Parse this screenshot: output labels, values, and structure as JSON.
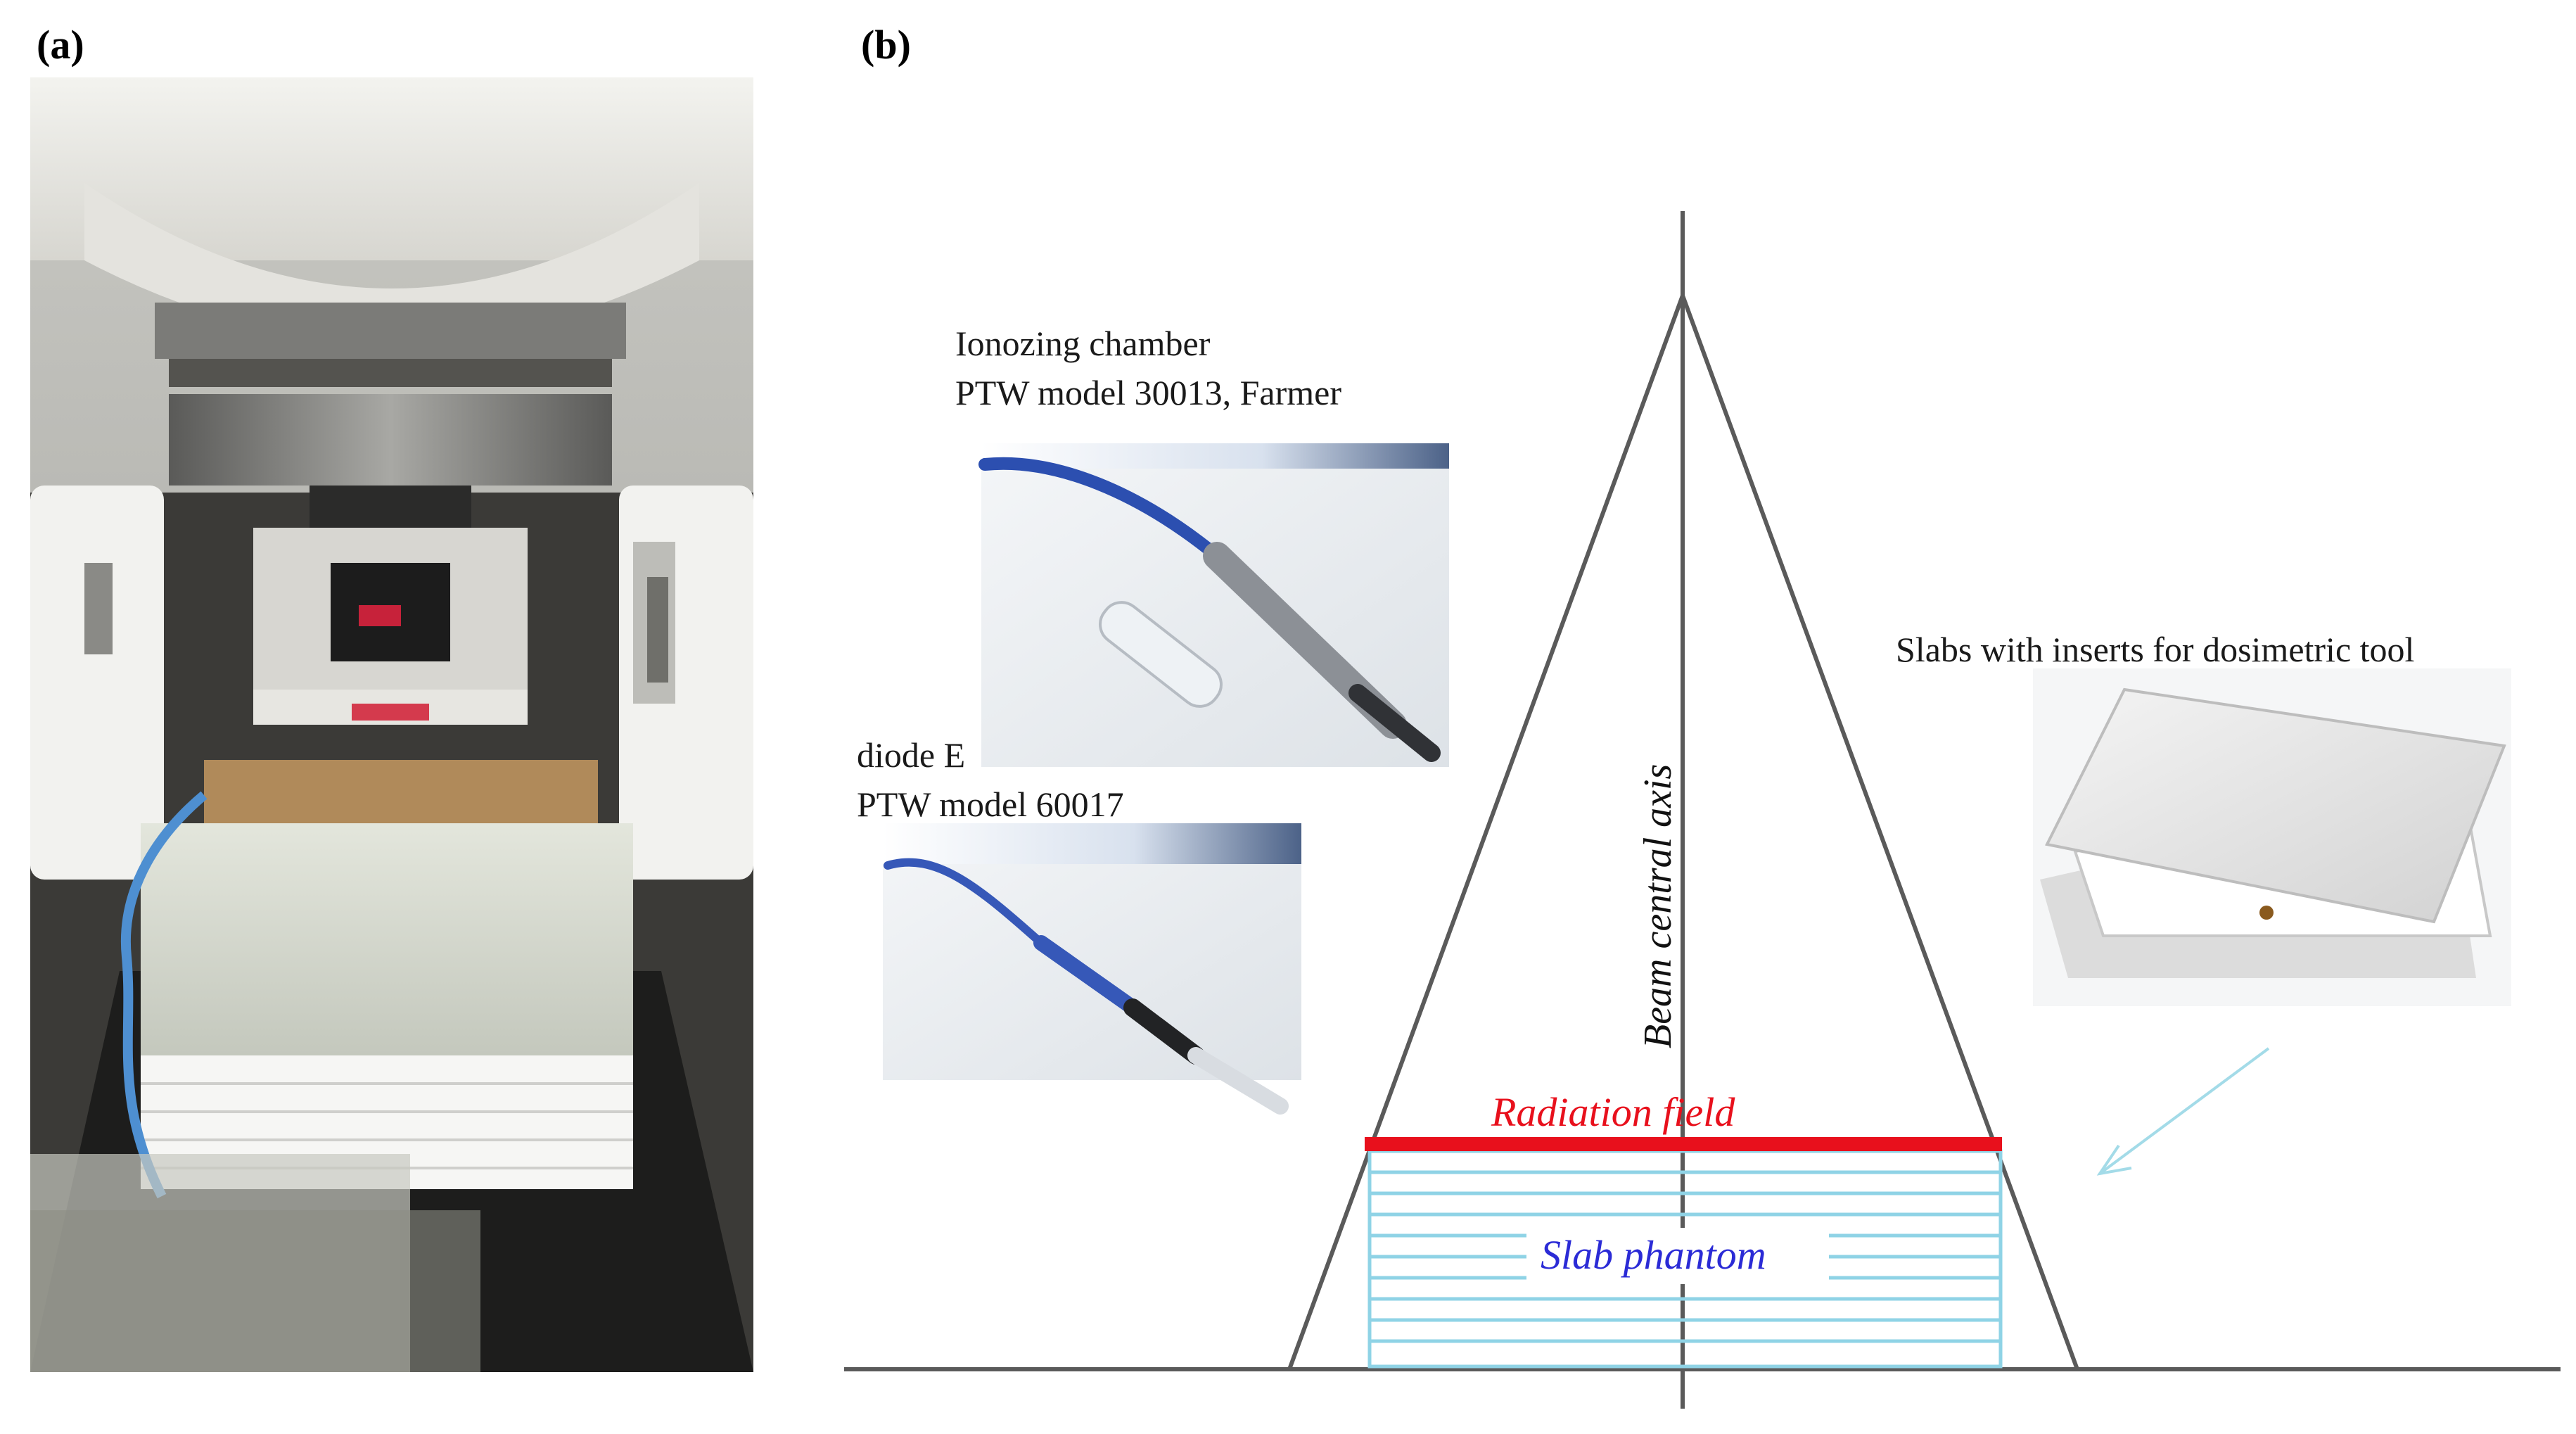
{
  "panels": {
    "a": {
      "label": "(a)"
    },
    "b": {
      "label": "(b)"
    }
  },
  "diagram": {
    "ion_chamber_caption_line1": "Ionozing chamber",
    "ion_chamber_caption_line2": "PTW model 30013, Farmer",
    "diode_caption_line1": "diode E",
    "diode_caption_line2": "PTW model 60017",
    "slabs_caption": "Slabs with  inserts for dosimetric tool",
    "beam_axis_label": "Beam central axis",
    "radiation_field_label": "Radiation field",
    "slab_phantom_label": "Slab phantom"
  },
  "colors": {
    "radiation_field": "#e8101c",
    "slab_phantom_text": "#2b2bd6",
    "slab_lines": "#8fd3e6",
    "beam_lines": "#5a5a5a"
  }
}
